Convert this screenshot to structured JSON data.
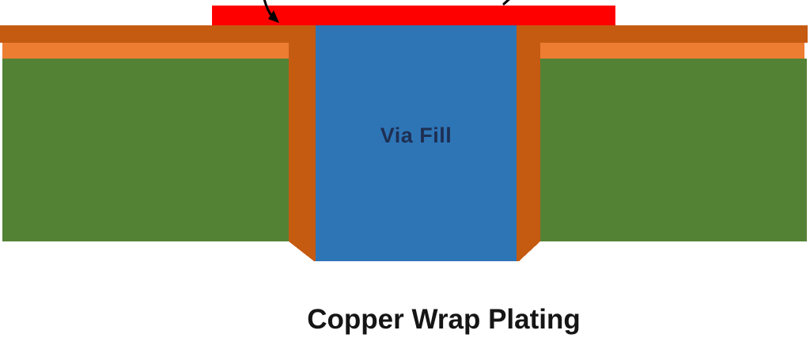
{
  "diagram": {
    "caption": "Copper Wrap Plating",
    "via_label": "Via Fill",
    "layers": {
      "cap": "copper cap plating (red)",
      "wrap": "copper wrap plating (dark orange)",
      "inner_copper": "inner copper foil (light orange)",
      "laminate": "board laminate (green)",
      "via": "via fill (blue)"
    },
    "annotations": {
      "arrow": "down-right-arrow pointing at wrap plating under cap",
      "arrow_fragment": "second arrow tail cropped at top edge"
    }
  },
  "colors": {
    "background": "#FFFFFF",
    "copper_cap_red": "#FF0000",
    "wrap_plating_orange": "#C55A11",
    "inner_copper_orange": "#ED7D31",
    "laminate_green": "#548235",
    "via_fill_blue": "#2E75B6",
    "via_label_text": "#1E2F52",
    "caption_text": "#151515",
    "arrow_black": "#000000"
  }
}
